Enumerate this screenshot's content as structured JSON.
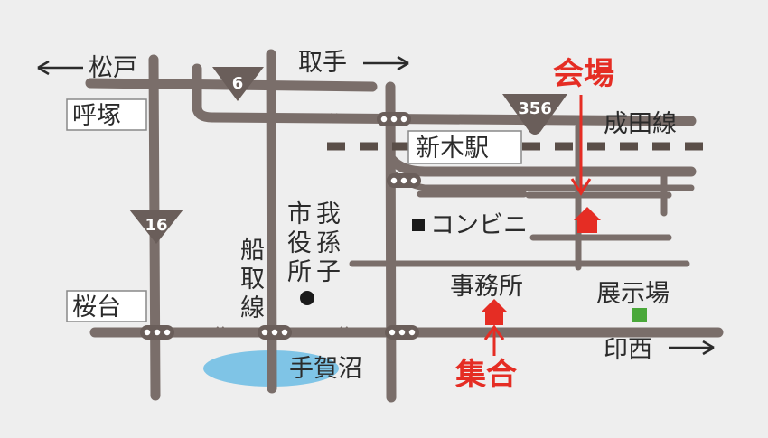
{
  "labels": {
    "matsudo": "松戸",
    "toride": "取手",
    "yobizuka": "呼塚",
    "sakuradai": "桜台",
    "shin_kiba_station": "新木駅",
    "narita_line": "成田線",
    "convenience": "コンビニ",
    "city_office": [
      "市",
      "我",
      "役",
      "孫",
      "所",
      "子"
    ],
    "funatori_line": [
      "船",
      "取",
      "線"
    ],
    "jimusho": "事務所",
    "tenjijo": "展示場",
    "teganuma": "手賀沼",
    "inzai": "印西",
    "kaijo": "会場",
    "shugo": "集合"
  },
  "routes": {
    "r6": "6",
    "r16": "16",
    "r356": "356"
  },
  "colors": {
    "road": "#7a6e6a",
    "accent_red": "#e52d24",
    "lake": "#7fc4e6",
    "exhibit_marker": "#4aa83a",
    "background": "#eeeeee"
  }
}
